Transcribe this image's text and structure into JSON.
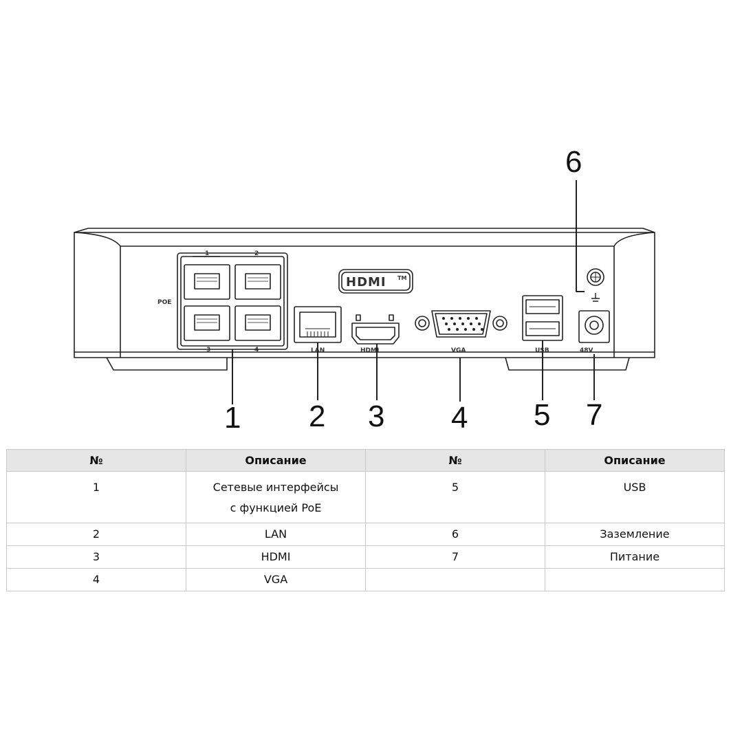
{
  "diagram": {
    "ports": {
      "poe_label": "POE",
      "poe_top_1": "1",
      "poe_top_2": "2",
      "poe_bot_3": "3",
      "poe_bot_4": "4",
      "lan": "LAN",
      "hdmi_logo": "HDMI",
      "hdmi_tm": "TM",
      "hdmi": "HDMI",
      "vga": "VGA",
      "usb": "USB",
      "power": "48V"
    },
    "callouts": [
      "1",
      "2",
      "3",
      "4",
      "5",
      "7"
    ],
    "callout_top": "6"
  },
  "table": {
    "headers": [
      "№",
      "Описание",
      "№",
      "Описание"
    ],
    "rows": [
      {
        "n1": "1",
        "d1a": "Сетевые интерфейсы",
        "d1b": "с функцией PoE",
        "n2": "5",
        "d2": "USB"
      },
      {
        "n1": "2",
        "d1": "LAN",
        "n2": "6",
        "d2": "Заземление"
      },
      {
        "n1": "3",
        "d1": "HDMI",
        "n2": "7",
        "d2": "Питание"
      },
      {
        "n1": "4",
        "d1": "VGA",
        "n2": "",
        "d2": ""
      }
    ]
  },
  "colors": {
    "line": "#222222",
    "header_bg": "#e6e6e6",
    "grid": "#c8c8c8"
  }
}
